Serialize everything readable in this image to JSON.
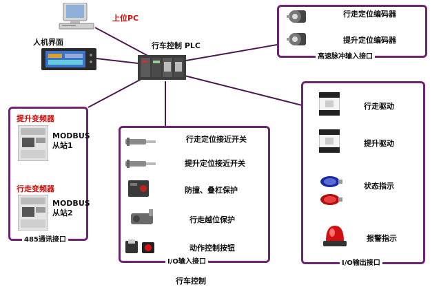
{
  "title": "行车控制",
  "top": {
    "pc_label": "上位PC",
    "hmi_label": "人机界面",
    "plc_label": "行车控制 PLC"
  },
  "encoder_box": {
    "items": [
      "行走定位编码器",
      "提升定位编码器"
    ],
    "interface_label": "高速脉冲输入接口"
  },
  "inverter_box": {
    "items": [
      {
        "name": "提升变频器",
        "protocol": "MODBUS",
        "station": "从站1"
      },
      {
        "name": "行走变频器",
        "protocol": "MODBUS",
        "station": "从站2"
      }
    ],
    "interface_label": "485通讯接口"
  },
  "input_box": {
    "items": [
      "行走定位接近开关",
      "提升定位接近开关",
      "防撞、叠杠保护",
      "行走越位保护",
      "动作控制按钮"
    ],
    "interface_label": "I/O输入接口"
  },
  "output_box": {
    "items": [
      "行走驱动",
      "提升驱动",
      "状态指示",
      "报警指示"
    ],
    "interface_label": "I/O输出接口"
  },
  "colors": {
    "frame": "#6e2470",
    "red_text": "#cc1010",
    "line": "#4a1a4e"
  }
}
